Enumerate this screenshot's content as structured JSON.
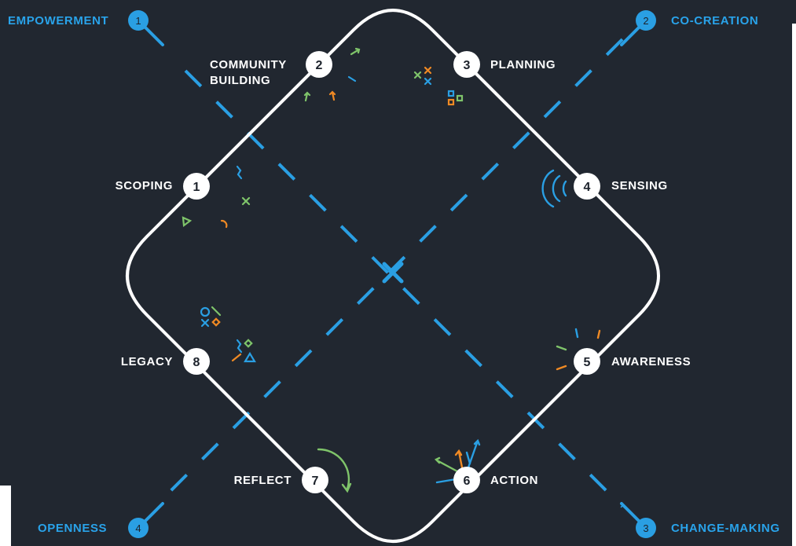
{
  "colors": {
    "background": "#212730",
    "loop": "#ffffff",
    "accent_blue": "#2a9fe3",
    "green": "#7fc46a",
    "orange": "#f08a24",
    "text_dark": "#1c222b"
  },
  "principles": [
    {
      "num": "1",
      "label": "EMPOWERMENT"
    },
    {
      "num": "2",
      "label": "CO-CREATION"
    },
    {
      "num": "3",
      "label": "CHANGE-MAKING"
    },
    {
      "num": "4",
      "label": "OPENNESS"
    }
  ],
  "steps": [
    {
      "num": "1",
      "label": "SCOPING"
    },
    {
      "num": "2",
      "label_line1": "COMMUNITY",
      "label_line2": "BUILDING"
    },
    {
      "num": "3",
      "label": "PLANNING"
    },
    {
      "num": "4",
      "label": "SENSING"
    },
    {
      "num": "5",
      "label": "AWARENESS"
    },
    {
      "num": "6",
      "label": "ACTION"
    },
    {
      "num": "7",
      "label": "REFLECT"
    },
    {
      "num": "8",
      "label": "LEGACY"
    }
  ],
  "icons": {
    "center": "cross-mark-icon",
    "scoping": "scattered-shapes-icon",
    "community_building": "converging-arrows-icon",
    "planning": "crosses-and-squares-icon",
    "sensing": "signal-waves-icon",
    "awareness": "radiating-lines-icon",
    "action": "burst-arrows-icon",
    "reflect": "curved-arrow-icon",
    "legacy": "shape-collection-icon"
  }
}
